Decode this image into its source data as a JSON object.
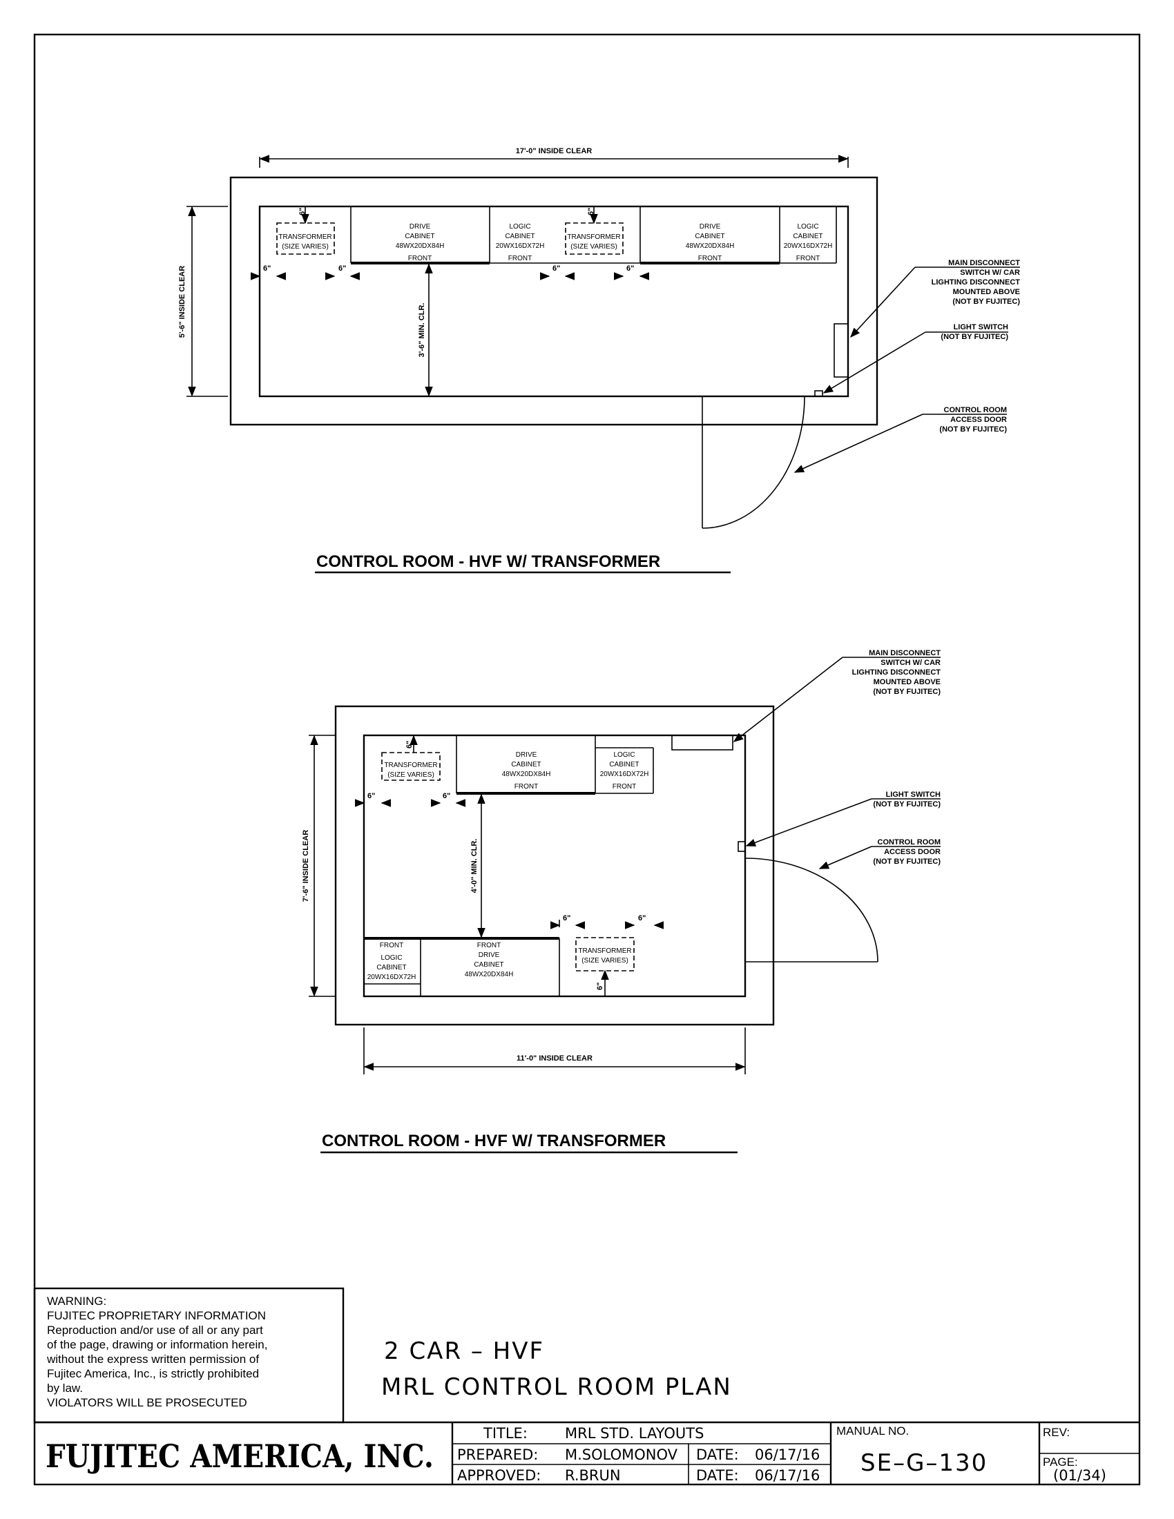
{
  "plan1": {
    "dim_width": "17'-0\" INSIDE CLEAR",
    "dim_height": "5'-6\" INSIDE CLEAR",
    "dim_clearance": "3'-6\" MIN. CLR.",
    "six": "6\"",
    "transformer": [
      "TRANSFORMER",
      "(SIZE VARIES)"
    ],
    "drive": [
      "DRIVE",
      "CABINET",
      "48WX20DX84H",
      "FRONT"
    ],
    "logic": [
      "LOGIC",
      "CABINET",
      "20WX16DX72H",
      "FRONT"
    ],
    "notes": {
      "main_disconnect": [
        "MAIN DISCONNECT",
        "SWITCH W/ CAR",
        "LIGHTING DISCONNECT",
        "MOUNTED ABOVE",
        "(NOT BY FUJITEC)"
      ],
      "light_switch": [
        "LIGHT SWITCH",
        "(NOT BY FUJITEC)"
      ],
      "access_door": [
        "CONTROL ROOM",
        "ACCESS DOOR",
        "(NOT BY FUJITEC)"
      ]
    },
    "caption": "CONTROL ROOM - HVF W/ TRANSFORMER"
  },
  "plan2": {
    "dim_width": "11'-0\" INSIDE CLEAR",
    "dim_height": "7'-6\" INSIDE CLEAR",
    "dim_clearance": "4'-0\" MIN. CLR.",
    "six": "6\"",
    "transformer": [
      "TRANSFORMER",
      "(SIZE VARIES)"
    ],
    "drive": [
      "DRIVE",
      "CABINET",
      "48WX20DX84H",
      "FRONT"
    ],
    "logic": [
      "LOGIC",
      "CABINET",
      "20WX16DX72H",
      "FRONT"
    ],
    "drive_bottom": [
      "FRONT",
      "DRIVE",
      "CABINET",
      "48WX20DX84H"
    ],
    "logic_bottom": [
      "FRONT",
      "LOGIC",
      "CABINET",
      "20WX16DX72H"
    ],
    "notes": {
      "main_disconnect": [
        "MAIN DISCONNECT",
        "SWITCH W/ CAR",
        "LIGHTING DISCONNECT",
        "MOUNTED ABOVE",
        "(NOT BY FUJITEC)"
      ],
      "light_switch": [
        "LIGHT SWITCH",
        "(NOT BY FUJITEC)"
      ],
      "access_door": [
        "CONTROL ROOM",
        "ACCESS DOOR",
        "(NOT BY FUJITEC)"
      ]
    },
    "caption": "CONTROL ROOM - HVF W/ TRANSFORMER"
  },
  "warning": [
    "WARNING:",
    "FUJITEC PROPRIETARY INFORMATION",
    "Reproduction and/or use of all or any part",
    "of the page, drawing or information herein,",
    "without the express written permission of",
    "Fujitec America, Inc., is strictly prohibited",
    "by law.",
    "VIOLATORS WILL BE PROSECUTED"
  ],
  "drawing_title": [
    "2 CAR – HVF",
    "MRL CONTROL ROOM PLAN"
  ],
  "title_block": {
    "company": "FUJITEC AMERICA, INC.",
    "title_label": "TITLE:",
    "title_value": "MRL STD. LAYOUTS",
    "prepared_label": "PREPARED:",
    "prepared_value": "M.SOLOMONOV",
    "approved_label": "APPROVED:",
    "approved_value": "R.BRUN",
    "date_label": "DATE:",
    "prepared_date": "06/17/16",
    "approved_date": "06/17/16",
    "manual_label": "MANUAL NO.",
    "manual_value": "SE–G–130",
    "rev_label": "REV:",
    "page_label": "PAGE:",
    "page_value": "(01/34)"
  }
}
